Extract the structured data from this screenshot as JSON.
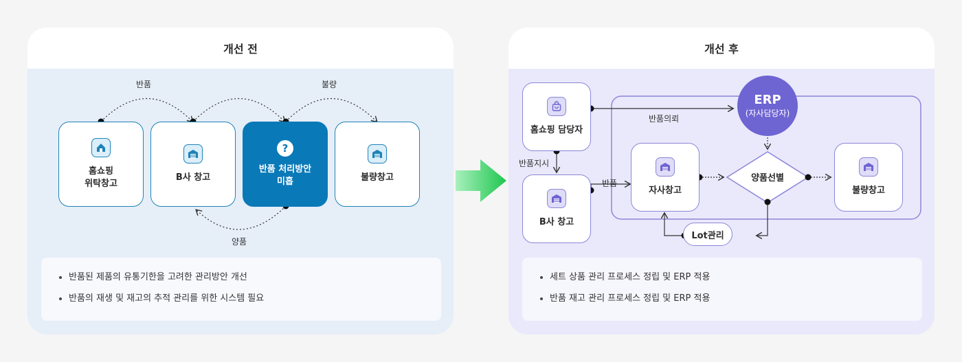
{
  "before": {
    "title": "개선 전",
    "nodes": {
      "homeshopping": "홈쇼핑\n위탁창고",
      "b_warehouse": "B사 창고",
      "no_plan": "반품 처리방안\n미흡",
      "defect": "불량창고"
    },
    "edge_labels": {
      "return": "반품",
      "defect": "불량",
      "good": "양품"
    },
    "notes": [
      "반품된 제품의 유통기한을 고려한 관리방안 개선",
      "반품의 재생 및 재고의 추적 관리를 위한 시스템 필요"
    ]
  },
  "after": {
    "title": "개선 후",
    "nodes": {
      "homeshopping_manager": "홈쇼핑 담당자",
      "b_warehouse": "B사 창고",
      "own_warehouse": "자사창고",
      "sorting": "양품선별",
      "defect": "불량창고",
      "lot": "Lot관리",
      "erp_title": "ERP",
      "erp_sub": "(자사담당자)"
    },
    "edge_labels": {
      "return_request": "반품의뢰",
      "return_instruction": "반품지시",
      "return": "반품"
    },
    "notes": [
      "세트 상품 관리 프로세스 정립 및 ERP 적용",
      "반품 재고 관리 프로세스 정립 및 ERP 적용"
    ]
  },
  "icons": {
    "before_homeshopping": "house-icon",
    "before_b_warehouse": "warehouse-icon",
    "before_no_plan": "question-icon",
    "before_defect": "warehouse-icon",
    "after_homeshopping": "shopping-bag-icon",
    "after_b_warehouse": "warehouse-icon",
    "after_own_warehouse": "warehouse-icon",
    "after_defect": "warehouse-icon",
    "transition": "arrow-right-icon"
  },
  "colors": {
    "before_accent": "#1e83b7",
    "before_highlight": "#0a79b8",
    "after_accent": "#8b86d8",
    "erp": "#6e64d2",
    "transition_arrow": "#2ecb5a"
  }
}
